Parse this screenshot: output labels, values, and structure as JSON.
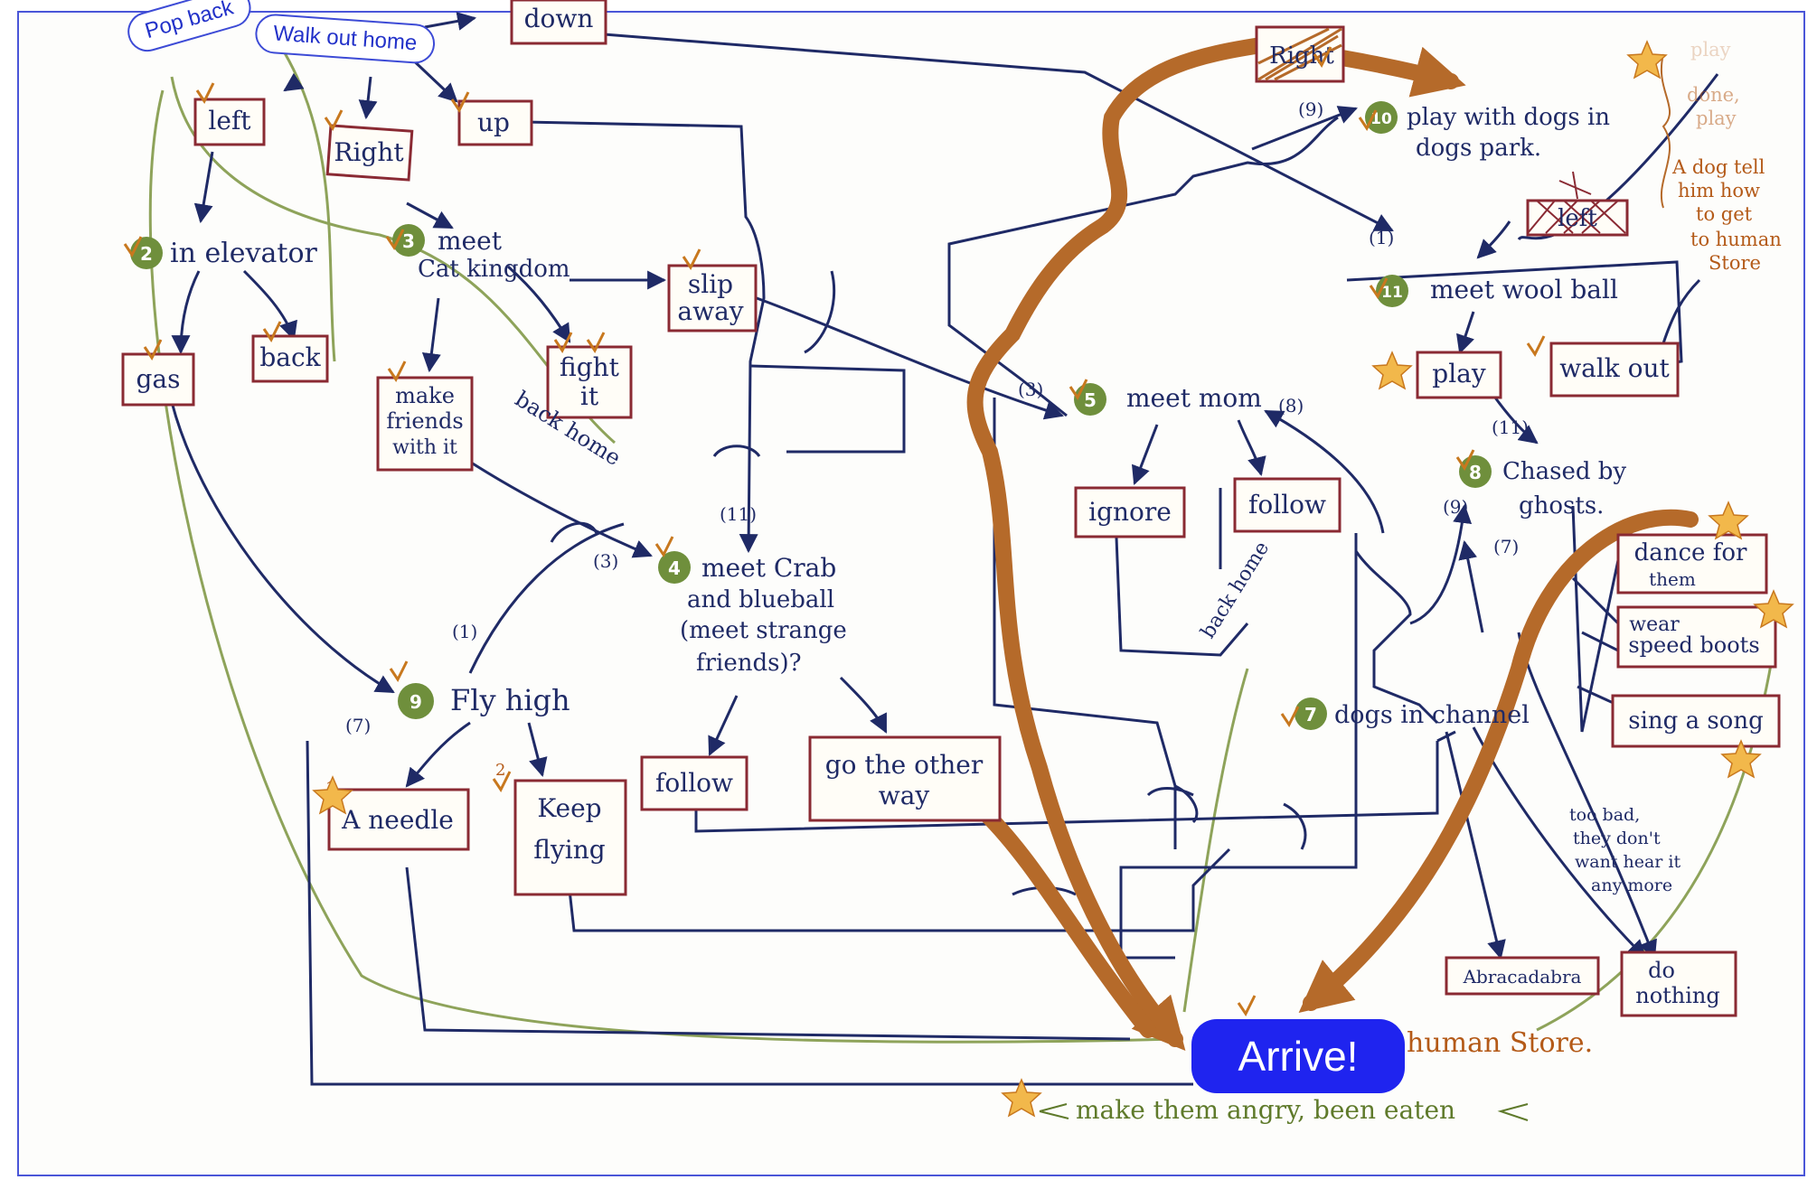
{
  "buttons": {
    "pop_back": "Pop back",
    "walk_out_home": "Walk out home",
    "arrive": "Arrive!"
  },
  "nodes": {
    "n2": {
      "num": "2",
      "label": "in elevator"
    },
    "n3": {
      "num": "3",
      "line1": "meet",
      "line2": "Cat kingdom"
    },
    "n4": {
      "num": "4",
      "line1": "meet Crab",
      "line2": "and blueball",
      "line3": "(meet strange",
      "line4": "friends)?"
    },
    "n5": {
      "num": "5",
      "label": "meet mom"
    },
    "n7": {
      "num": "7",
      "label": "dogs in channel"
    },
    "n8": {
      "num": "8",
      "line1": "Chased by",
      "line2": "ghosts."
    },
    "n9": {
      "num": "9",
      "label": "Fly high"
    },
    "n10": {
      "num": "10",
      "line1": "play with dogs in",
      "line2": "dogs park."
    },
    "n11": {
      "num": "11",
      "label": "meet wool ball"
    }
  },
  "choices": {
    "down": "down",
    "left": "left",
    "right": "Right",
    "up": "up",
    "gas": "gas",
    "back": "back",
    "make_friends": [
      "make",
      "friends",
      "with it"
    ],
    "fight_it": [
      "fight",
      "it"
    ],
    "slip_away": [
      "slip",
      "away"
    ],
    "ignore": "ignore",
    "follow_mom": "follow",
    "follow_crab": "follow",
    "other_way": [
      "go the other",
      "way"
    ],
    "needle": "A needle",
    "keep_flying": [
      "Keep",
      "flying"
    ],
    "play": "play",
    "walk_out": "walk out",
    "dance": [
      "dance for",
      "them"
    ],
    "wear_boots": [
      "wear",
      "speed boots"
    ],
    "sing": "sing a song",
    "abracadabra": "Abracadabra",
    "do_nothing": [
      "do",
      "nothing"
    ],
    "right_crossed": "Right",
    "left_crossed": "left"
  },
  "edge_labels": {
    "e1": "(1)",
    "e3a": "(3)",
    "e3b": "(3)",
    "e7a": "(7)",
    "e7b": "(7)",
    "e8": "(8)",
    "e9a": "(9)",
    "e9b": "(9)",
    "e11a": "(11)",
    "e11b": "(11)",
    "e1b": "(1)"
  },
  "annotations": {
    "back_home_1": "back home",
    "back_home_2": "back home",
    "too_bad": [
      "too bad,",
      "they don't",
      "want hear it",
      "any more"
    ],
    "dog_tell": [
      "A dog tell",
      "him how",
      "to get",
      "to human",
      "Store"
    ],
    "play_done": [
      "play",
      "done,",
      "play"
    ],
    "human_store": "human Store.",
    "bottom_line": "make them angry, been eaten",
    "star_1": "1",
    "star_2": "2"
  },
  "colors": {
    "ink": "#1f2a66",
    "box": "#8a2a33",
    "orange": "#b56a2a",
    "green_badge": "#6f8f3c",
    "green_line": "#8ea35a",
    "accent": "#1f24ef"
  }
}
